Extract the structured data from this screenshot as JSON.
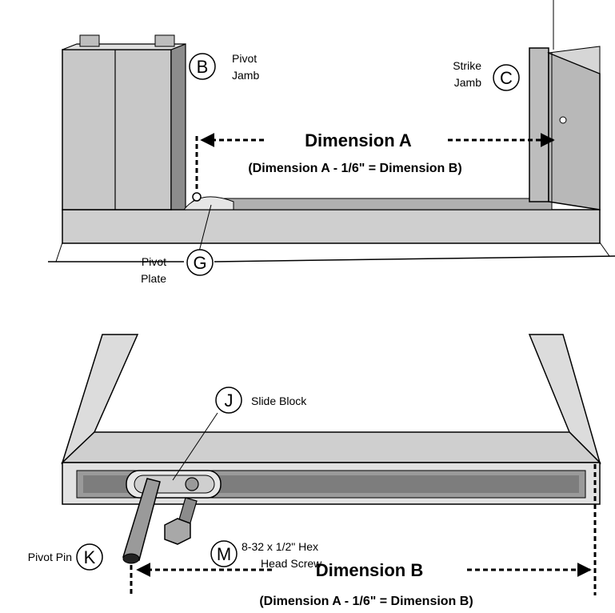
{
  "top": {
    "pivot_jamb": {
      "letter": "B",
      "line1": "Pivot",
      "line2": "Jamb"
    },
    "strike_jamb": {
      "letter": "C",
      "line1": "Strike",
      "line2": "Jamb"
    },
    "pivot_plate": {
      "letter": "G",
      "line1": "Pivot",
      "line2": "Plate"
    },
    "dimension_a_label": "Dimension A",
    "dimension_a_formula": "(Dimension A - 1/6\" = Dimension B)"
  },
  "bottom": {
    "slide_block": {
      "letter": "J",
      "label": "Slide Block"
    },
    "pivot_pin": {
      "letter": "K",
      "label": "Pivot Pin"
    },
    "hex_screw": {
      "letter": "M",
      "line1": "8-32 x 1/2\" Hex",
      "line2": "Head Screw"
    },
    "dimension_b_label": "Dimension B",
    "dimension_b_formula": "(Dimension A - 1/6\" = Dimension B)"
  },
  "colors": {
    "frame_light": "#d9d9d9",
    "frame_mid": "#bfbfbf",
    "frame_dark": "#8c8c8c",
    "outline": "#000000"
  }
}
